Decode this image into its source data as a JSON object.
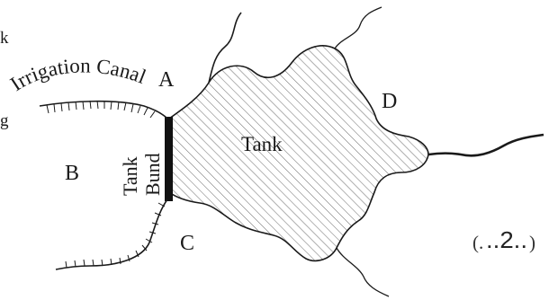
{
  "diagram": {
    "edge_fragments": [
      "k",
      "g"
    ],
    "canal_label": "Irrigation Canal",
    "tank_label": "Tank",
    "bund_label_top": "Tank",
    "bund_label_bottom": "Bund",
    "regions": {
      "a": "A",
      "b": "B",
      "c": "C",
      "d": "D"
    },
    "question_marker": {
      "open": "(.",
      "filled": "..2..",
      "close": ")"
    },
    "colors": {
      "ink": "#1a1a1a",
      "hatch": "#6b6b6b",
      "background": "#ffffff"
    }
  }
}
